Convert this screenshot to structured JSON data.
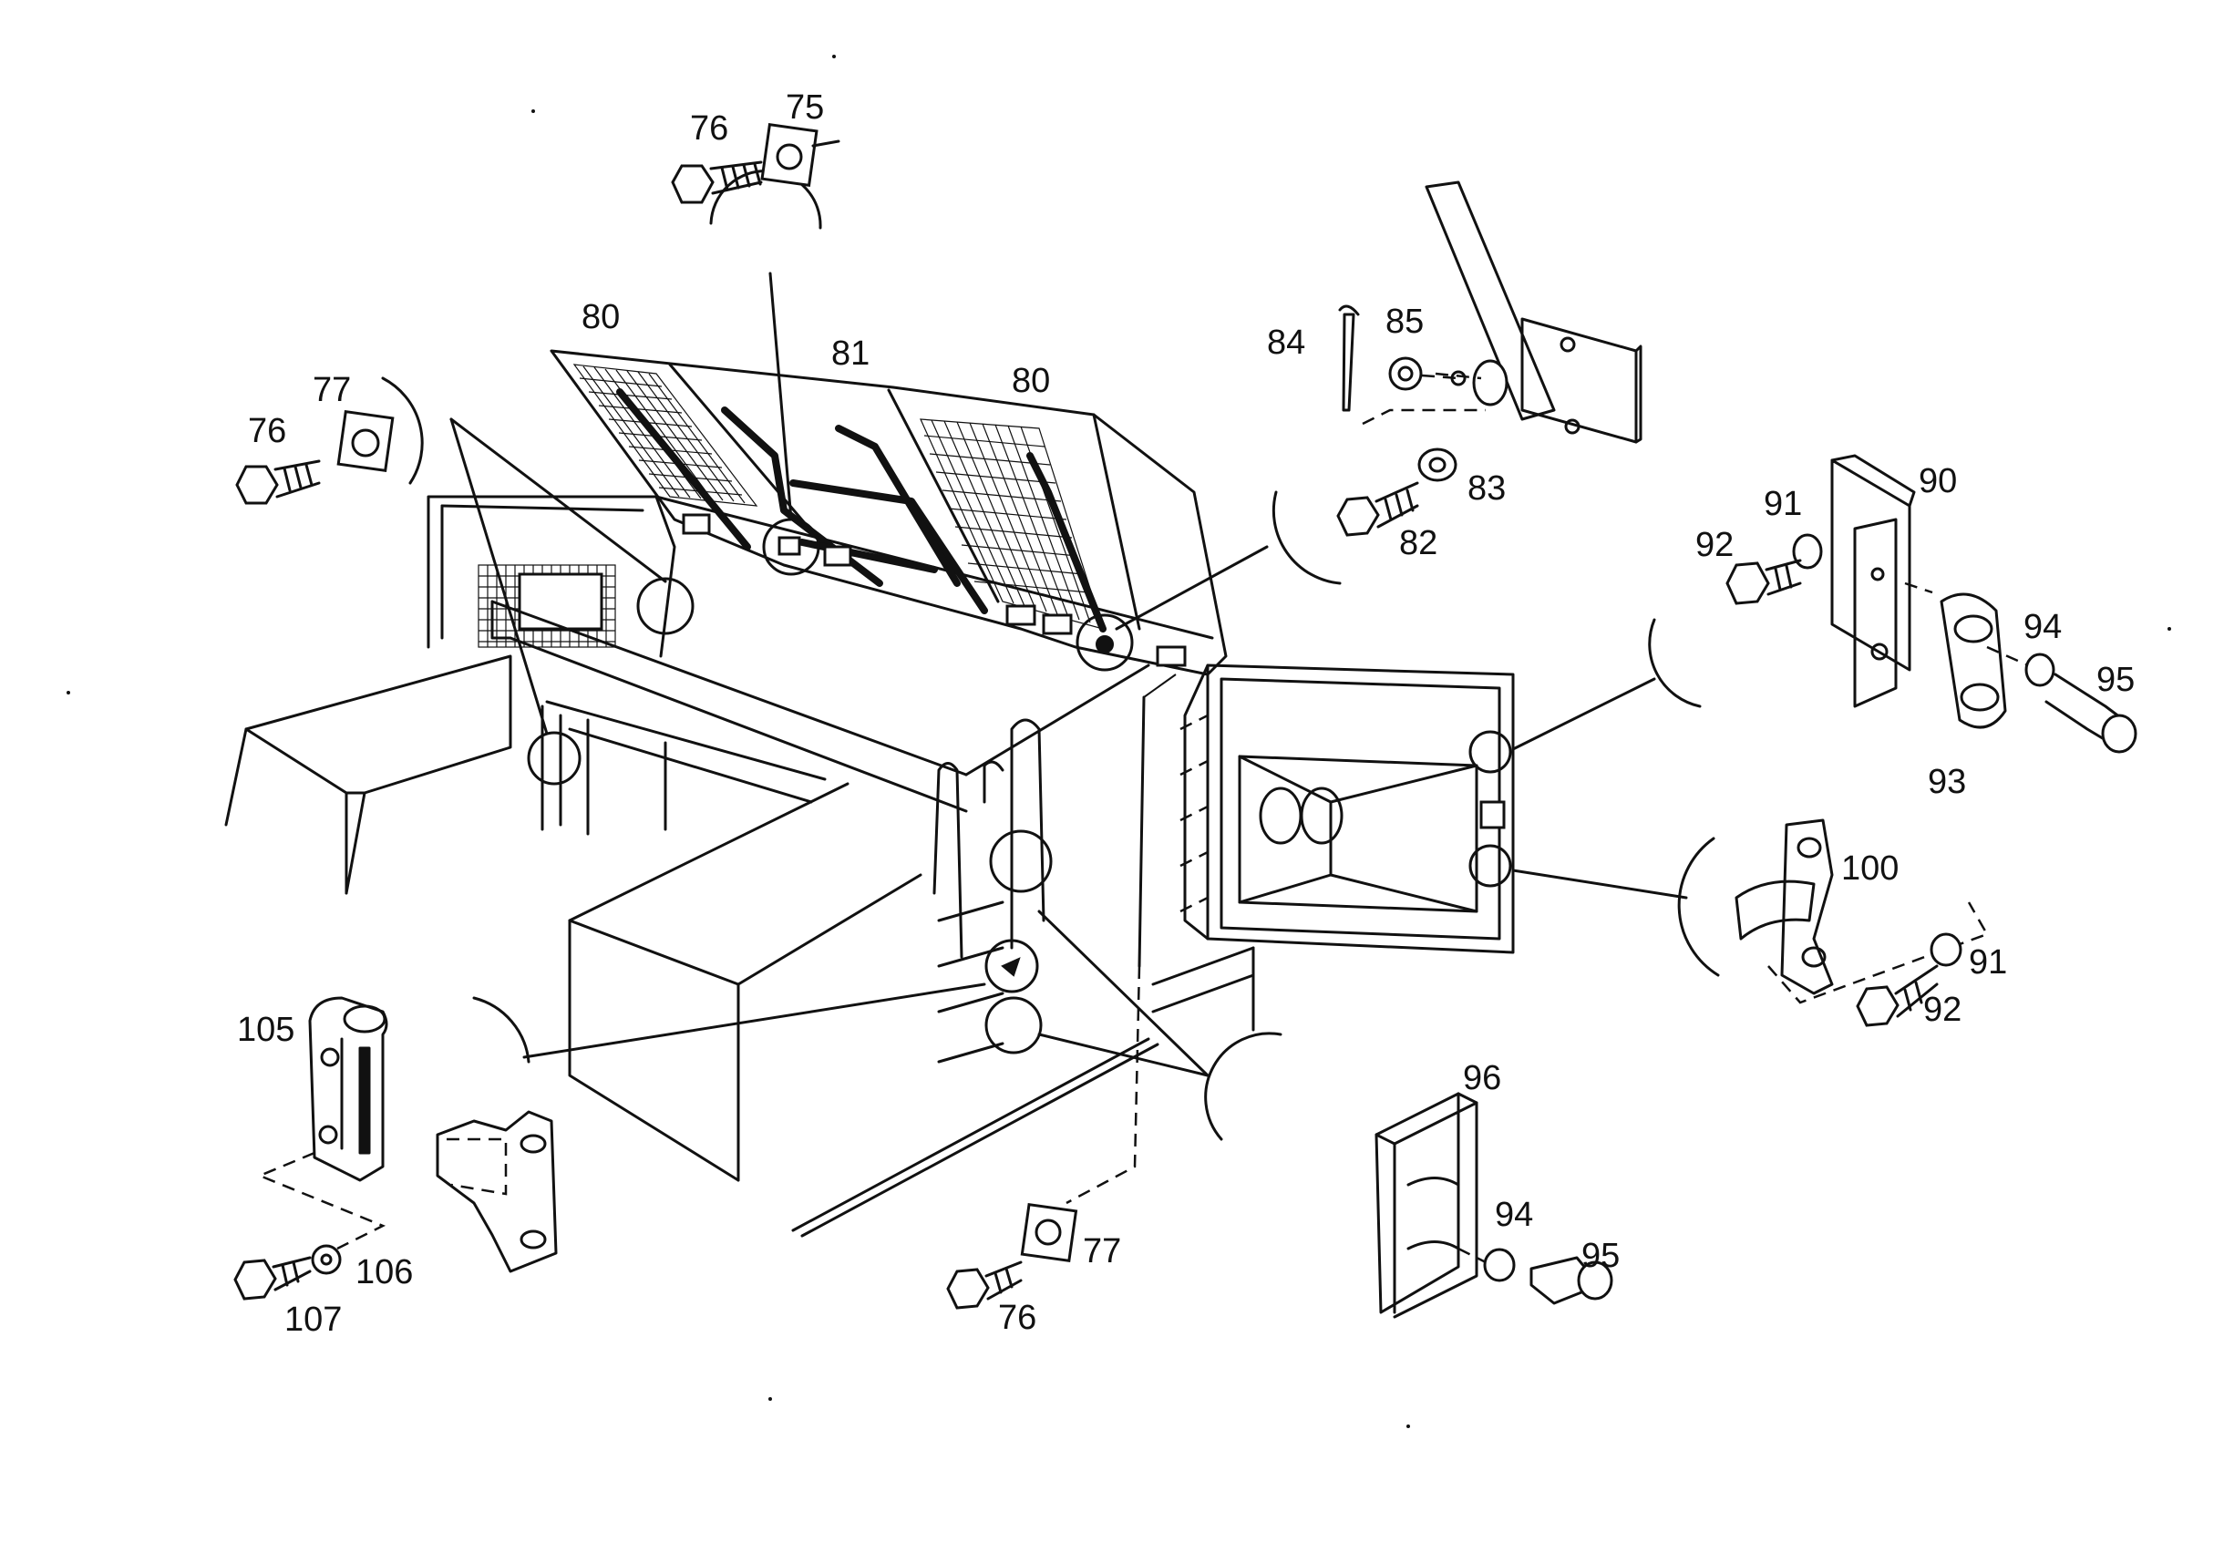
{
  "callouts": {
    "c75": "75",
    "c76a": "76",
    "c80a": "80",
    "c81": "81",
    "c80b": "80",
    "c84": "84",
    "c85": "85",
    "c83": "83",
    "c82": "82",
    "c77a": "77",
    "c76b": "76",
    "c90": "90",
    "c91a": "91",
    "c92a": "92",
    "c94a": "94",
    "c95a": "95",
    "c93": "93",
    "c100": "100",
    "c91b": "91",
    "c92b": "92",
    "c105": "105",
    "c106": "106",
    "c107": "107",
    "c96": "96",
    "c94b": "94",
    "c95b": "95",
    "c77b": "77",
    "c76c": "76"
  }
}
